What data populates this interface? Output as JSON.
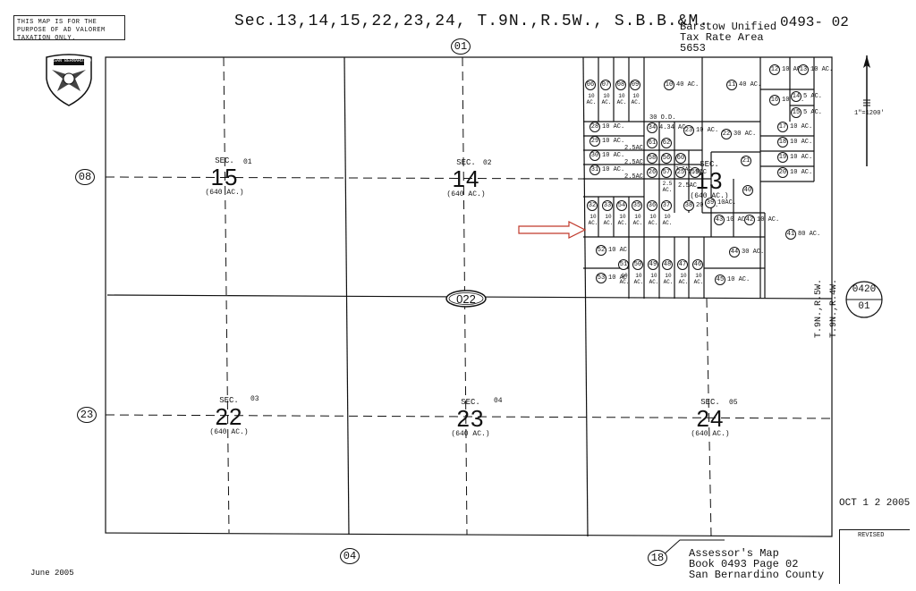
{
  "header": {
    "disclaimer": "THIS MAP IS FOR THE PURPOSE OF AD VALOREM TAXATION ONLY.",
    "title": "Sec.13,14,15,22,23,24, T.9N.,R.5W., S.B.B.&M.",
    "tax_rate_area_line1": "Barstow Unified",
    "tax_rate_area_line2": "Tax Rate Area",
    "tax_rate_area_line3": "5653",
    "map_number": "0493- 02",
    "seal_text": "SAN BERNARDINO"
  },
  "scale": {
    "label": "1\"=1200'"
  },
  "map": {
    "block_top": "01",
    "block_left_top": "08",
    "block_left_bottom": "23",
    "block_bottom": "04",
    "block_bottom_right": "18",
    "road_label": "022",
    "sections": [
      {
        "sec_word": "SEC.",
        "number": "15",
        "parcel": "01",
        "acres": "(640 AC.)"
      },
      {
        "sec_word": "SEC.",
        "number": "14",
        "parcel": "02",
        "acres": "(640 AC.)"
      },
      {
        "sec_word": "SEC.",
        "number": "13",
        "parcel": "",
        "acres": "(640 AC.)"
      },
      {
        "sec_word": "SEC.",
        "number": "22",
        "parcel": "03",
        "acres": "(640 AC.)"
      },
      {
        "sec_word": "SEC.",
        "number": "23",
        "parcel": "04",
        "acres": "(640 AC.)"
      },
      {
        "sec_word": "SEC.",
        "number": "24",
        "parcel": "05",
        "acres": "(640 AC.)"
      }
    ],
    "parcels": [
      {
        "n": "06",
        "a": "10 AC."
      },
      {
        "n": "07",
        "a": "10 AC."
      },
      {
        "n": "08",
        "a": "10 AC."
      },
      {
        "n": "09",
        "a": "10 AC."
      },
      {
        "n": "10",
        "a": "40 AC."
      },
      {
        "n": "11",
        "a": "40 AC."
      },
      {
        "n": "12",
        "a": "10 AC."
      },
      {
        "n": "13",
        "a": "10 AC."
      },
      {
        "n": "16",
        "a": "10 AC."
      },
      {
        "n": "14",
        "a": "5 AC."
      },
      {
        "n": "15",
        "a": "5 AC."
      },
      {
        "n": "28",
        "a": "10 AC."
      },
      {
        "n": "29",
        "a": "10 AC."
      },
      {
        "n": "30",
        "a": "10 AC."
      },
      {
        "n": "31",
        "a": "10 AC."
      },
      {
        "n": "34",
        "a": "4.34 AC."
      },
      {
        "n": "23",
        "a": "10 AC."
      },
      {
        "n": "22",
        "a": "30 AC."
      },
      {
        "n": "17",
        "a": "10 AC."
      },
      {
        "n": "18",
        "a": "10 AC."
      },
      {
        "n": "19",
        "a": "10 AC."
      },
      {
        "n": "20",
        "a": "10 AC."
      },
      {
        "n": "61",
        "a": ""
      },
      {
        "n": "62",
        "a": ""
      },
      {
        "n": "58",
        "a": ""
      },
      {
        "n": "56",
        "a": ""
      },
      {
        "n": "60",
        "a": "7.5AC"
      },
      {
        "n": "26",
        "a": ""
      },
      {
        "n": "57",
        "a": "2.5 AC."
      },
      {
        "n": "59",
        "a": ""
      },
      {
        "n": "21",
        "a": ""
      },
      {
        "n": "25",
        "a": "2.5AC"
      },
      {
        "n": "32",
        "a": "10 AC."
      },
      {
        "n": "33",
        "a": "10 AC."
      },
      {
        "n": "54",
        "a": "10 AC."
      },
      {
        "n": "35",
        "a": "10 AC."
      },
      {
        "n": "36",
        "a": "10 AC."
      },
      {
        "n": "37",
        "a": "10 AC."
      },
      {
        "n": "38",
        "a": "20 AC."
      },
      {
        "n": "39",
        "a": "10AC."
      },
      {
        "n": "40",
        "a": ""
      },
      {
        "n": "43",
        "a": "10 AC."
      },
      {
        "n": "42",
        "a": "10 AC."
      },
      {
        "n": "41",
        "a": "80 AC."
      },
      {
        "n": "52",
        "a": "10 AC."
      },
      {
        "n": "44",
        "a": "30 AC."
      },
      {
        "n": "51",
        "a": "10 AC."
      },
      {
        "n": "50",
        "a": "10 AC."
      },
      {
        "n": "49",
        "a": "10 AC."
      },
      {
        "n": "48",
        "a": "10 AC."
      },
      {
        "n": "47",
        "a": "10 AC."
      },
      {
        "n": "46",
        "a": "10 AC."
      },
      {
        "n": "53",
        "a": "10 AC."
      },
      {
        "n": "45",
        "a": "10 AC."
      }
    ],
    "misc_labels": {
      "dim_30": "30 O.D.",
      "ac_25a": "2.5AC",
      "ac_25b": "2.5AC",
      "ac_25c": "2.5AC",
      "ac_25d": "2.5AC"
    },
    "range_line_right": "T.9N.,R.5W.",
    "range_line_right2": "T.9N.,R.4W.",
    "adjacent_map_top": "0420",
    "adjacent_map_bottom": "01"
  },
  "footer": {
    "date": "June 2005",
    "stamp_date": "OCT 1 2 2005",
    "revised_label": "REVISED",
    "assessor_line1": "Assessor's Map",
    "assessor_line2": "Book 0493 Page 02",
    "assessor_line3": "San Bernardino County"
  }
}
